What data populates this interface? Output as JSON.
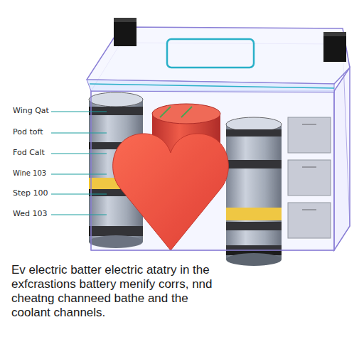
{
  "diagram": {
    "caption": "Ev electric batter electric atatry in the exfcrastions battery menify corrs, nnd cheatng channeed bathe and the coolant channels.",
    "labels": [
      "Wing Qat",
      "Pod toft",
      "Fod Calt",
      "Wine 103",
      "Step 100",
      "Wed 103"
    ]
  }
}
